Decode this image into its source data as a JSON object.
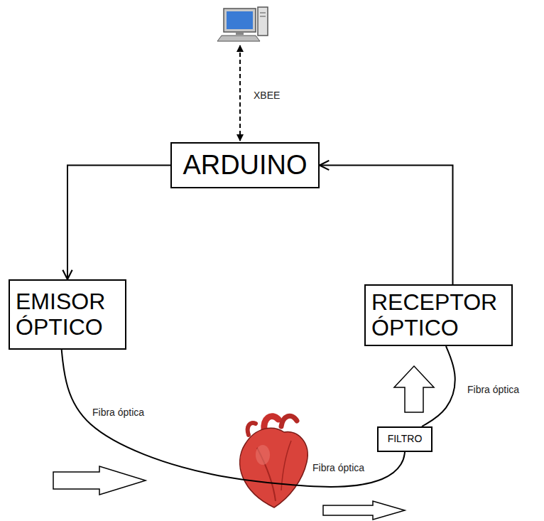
{
  "diagram": {
    "nodes": [
      {
        "text": [
          "ARDUINO"
        ]
      },
      {
        "text": [
          "EMISOR ÓPTICO"
        ]
      },
      {
        "text": [
          "RECEPTOR ÓPTICO"
        ]
      },
      {
        "text": [
          "FILTRO"
        ]
      }
    ],
    "edges": [
      {
        "from": 0,
        "to": 1,
        "arrow": "to"
      },
      {
        "from": 2,
        "to": 0,
        "arrow": "to"
      },
      {
        "from": 1,
        "to": 3,
        "arrow": "none",
        "label": "Fibra óptica"
      },
      {
        "from": 3,
        "to": 2,
        "arrow": "none",
        "label": "Fibra óptica"
      }
    ],
    "labels": [
      "XBEE",
      "Fibra óptica"
    ]
  }
}
